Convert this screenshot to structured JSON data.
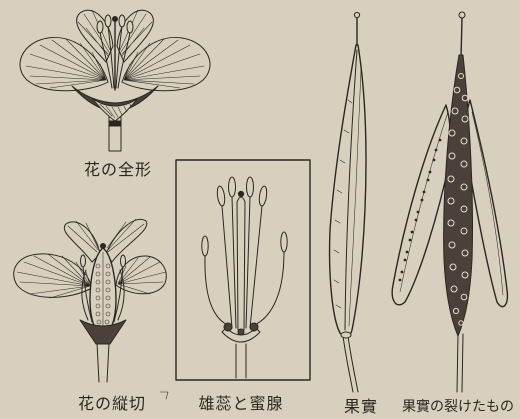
{
  "figures": {
    "flower_whole": {
      "label": "花の全形"
    },
    "flower_section": {
      "label": "花の縦切"
    },
    "stamens": {
      "label": "雄蕊と蜜腺"
    },
    "fruit": {
      "label": "果實"
    },
    "fruit_split": {
      "label": "果實の裂けたもの"
    }
  },
  "colors": {
    "paper": "#d8d0be",
    "ink": "#2b2621"
  }
}
